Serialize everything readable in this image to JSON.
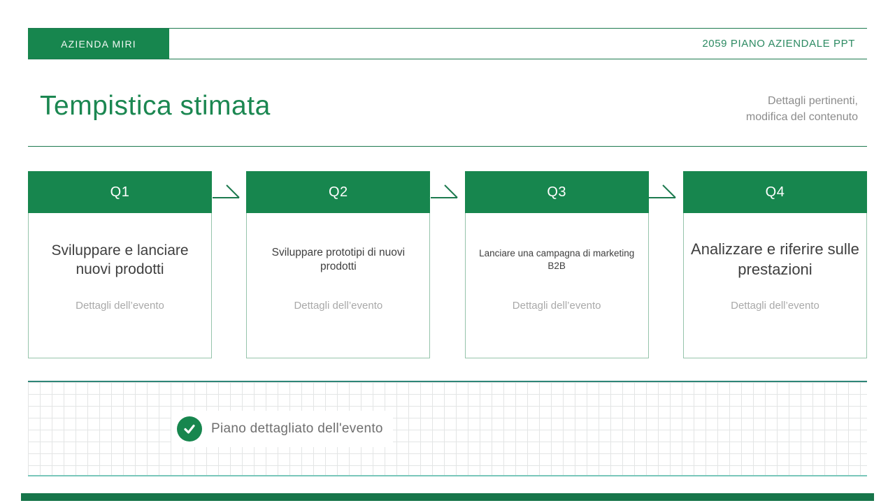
{
  "header": {
    "badge": "AZIENDA MIRI",
    "deck_title": "2059 PIANO AZIENDALE PPT"
  },
  "title_section": {
    "title": "Tempistica stimata",
    "note_line1": "Dettagli pertinenti,",
    "note_line2": "modifica del contenuto"
  },
  "timeline": {
    "cards": [
      {
        "quarter": "Q1",
        "title": "Sviluppare e lanciare nuovi prodotti",
        "details": "Dettagli dell’evento"
      },
      {
        "quarter": "Q2",
        "title": "Sviluppare prototipi di nuovi prodotti",
        "details": "Dettagli dell’evento"
      },
      {
        "quarter": "Q3",
        "title": "Lanciare una campagna di marketing B2B",
        "details": "Dettagli dell’evento"
      },
      {
        "quarter": "Q4",
        "title": "Analizzare e riferire sulle prestazioni",
        "details": "Dettagli dell’evento"
      }
    ]
  },
  "notes_section": {
    "checklist_label": "Piano dettagliato dell'evento",
    "check_icon": "check-icon"
  },
  "colors": {
    "primary_green": "#17864e",
    "line_green": "#1d7a4f",
    "card_border_green": "#96c4ab",
    "grid_border_teal": "#2e8577",
    "grid_line_gray": "#e3e5e5",
    "note_gray": "#8c8c8c",
    "details_gray": "#a9a9a9",
    "dark_text": "#3f3f3f",
    "footer_green": "#17754a"
  }
}
